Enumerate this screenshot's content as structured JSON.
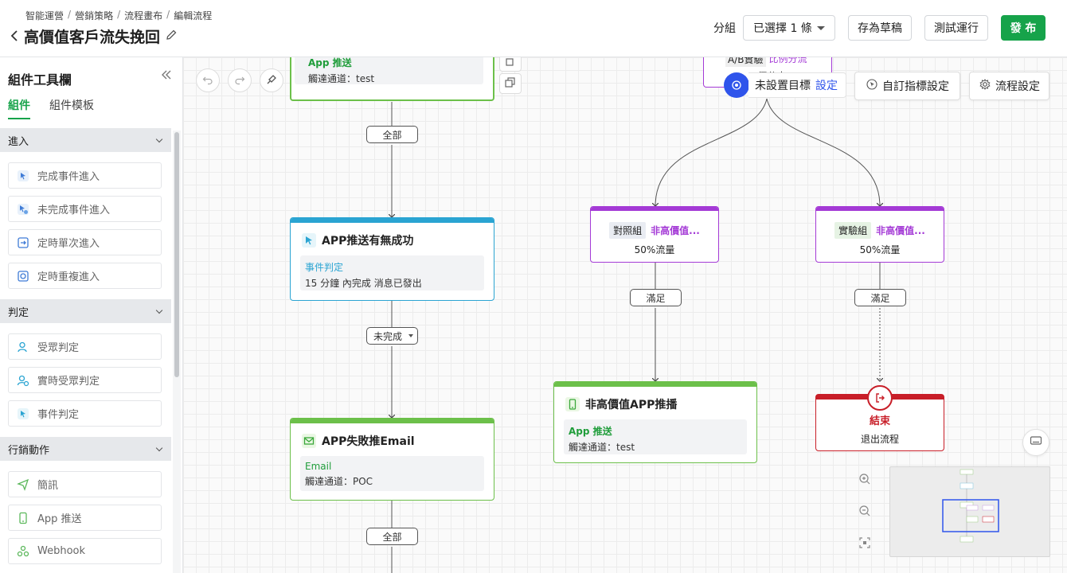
{
  "header": {
    "breadcrumbs": [
      "智能運營",
      "營銷策略",
      "流程畫布",
      "編輯流程"
    ],
    "title": "高價值客戶流失挽回",
    "group_label": "分組",
    "group_select": "已選擇 1 條",
    "save_draft": "存為草稿",
    "test_run": "測試運行",
    "publish": "發 布"
  },
  "sidebar": {
    "title": "組件工具欄",
    "tabs": [
      "組件",
      "組件模板"
    ],
    "sections": [
      {
        "label": "進入",
        "items": [
          "完成事件進入",
          "未完成事件進入",
          "定時單次進入",
          "定時重複進入"
        ]
      },
      {
        "label": "判定",
        "items": [
          "受眾判定",
          "實時受眾判定",
          "事件判定"
        ]
      },
      {
        "label": "行銷動作",
        "items": [
          "簡訊",
          "App 推送",
          "Webhook"
        ]
      }
    ]
  },
  "canvas": {
    "top_node": {
      "kind": "App 推送",
      "detail": "觸達通道：test"
    },
    "ab_partial": {
      "title": "A/B實驗",
      "tag": "比例分流",
      "sub": "2 個分支"
    },
    "goal": {
      "text": "未設置目標",
      "link": "設定"
    },
    "metric_button": "自訂指標設定",
    "flow_button": "流程設定",
    "pill_all_1": "全部",
    "push_check": {
      "title": "APP推送有無成功",
      "kind": "事件判定",
      "detail": "15 分鐘 內完成 消息已發出"
    },
    "pill_incomplete": "未完成",
    "email_node": {
      "title": "APP失敗推Email",
      "kind": "Email",
      "detail": "觸達通道：POC"
    },
    "pill_all_2": "全部",
    "control_group": {
      "tag": "對照組",
      "name": "非高價值...",
      "traffic": "50%流量"
    },
    "test_group": {
      "tag": "實驗組",
      "name": "非高價值...",
      "traffic": "50%流量"
    },
    "pill_meet_1": "滿足",
    "pill_meet_2": "滿足",
    "push_node": {
      "title": "非高價值APP推播",
      "kind": "App 推送",
      "detail": "觸達通道：test"
    },
    "end_node": {
      "title": "結束",
      "detail": "退出流程"
    }
  },
  "colors": {
    "accent": "#16a34a",
    "event": "#2aa4d2",
    "ab": "#a43ad6",
    "end": "#c81e28",
    "goal": "#2f54eb"
  },
  "icons": [
    "back-icon",
    "edit-icon",
    "collapse-icon",
    "undo-icon",
    "redo-icon",
    "brush-icon",
    "copy-icon",
    "target-icon",
    "cursor-icon",
    "gear-icon",
    "mail-icon",
    "phone-icon",
    "exit-icon",
    "zoom-in-icon",
    "zoom-out-icon",
    "fit-icon",
    "keyboard-icon"
  ]
}
